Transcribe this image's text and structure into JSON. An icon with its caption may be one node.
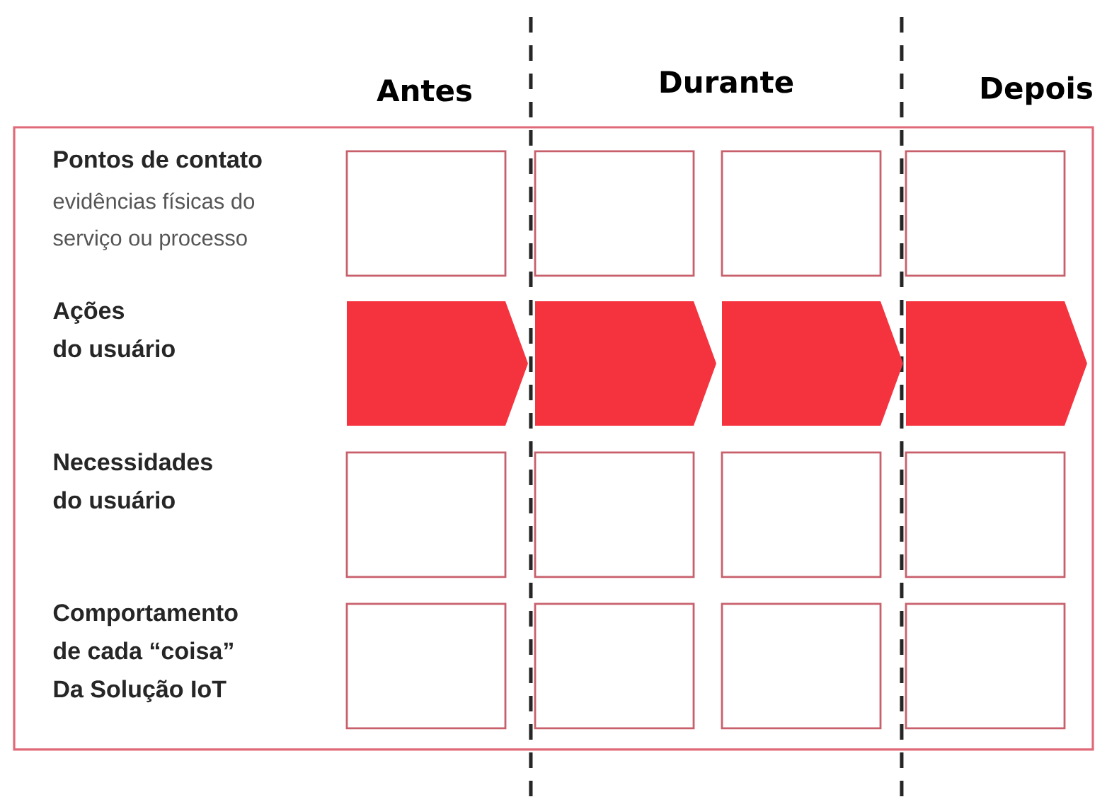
{
  "diagram": {
    "nodes": [
      {
        "text": [],
        "shape": "box"
      },
      {
        "text": [],
        "shape": "box",
        "in": 0
      },
      {
        "text": [],
        "shape": "box",
        "in": 0
      },
      {
        "text": [],
        "shape": "box",
        "in": 0
      },
      {
        "text": [],
        "shape": "box",
        "in": 0
      },
      {
        "text": [],
        "shape": "chevron",
        "in": 0
      },
      {
        "text": [],
        "shape": "chevron",
        "in": 0
      },
      {
        "text": [],
        "shape": "chevron",
        "in": 0
      },
      {
        "text": [],
        "shape": "chevron",
        "in": 0
      },
      {
        "text": [],
        "shape": "box",
        "in": 0
      },
      {
        "text": [],
        "shape": "box",
        "in": 0
      },
      {
        "text": [],
        "shape": "box",
        "in": 0
      },
      {
        "text": [],
        "shape": "box",
        "in": 0
      },
      {
        "text": [],
        "shape": "box",
        "in": 0
      },
      {
        "text": [],
        "shape": "box",
        "in": 0
      },
      {
        "text": [],
        "shape": "box",
        "in": 0
      },
      {
        "text": [],
        "shape": "box",
        "in": 0
      }
    ],
    "labels": [
      "Antes",
      "Durante",
      "Depois",
      "Pontos de contato",
      "evidências físicas do serviço ou processo",
      "Ações do usuário",
      "Necessidades do usuário",
      "Comportamento de cada “coisa” Da Solução IoT"
    ]
  }
}
